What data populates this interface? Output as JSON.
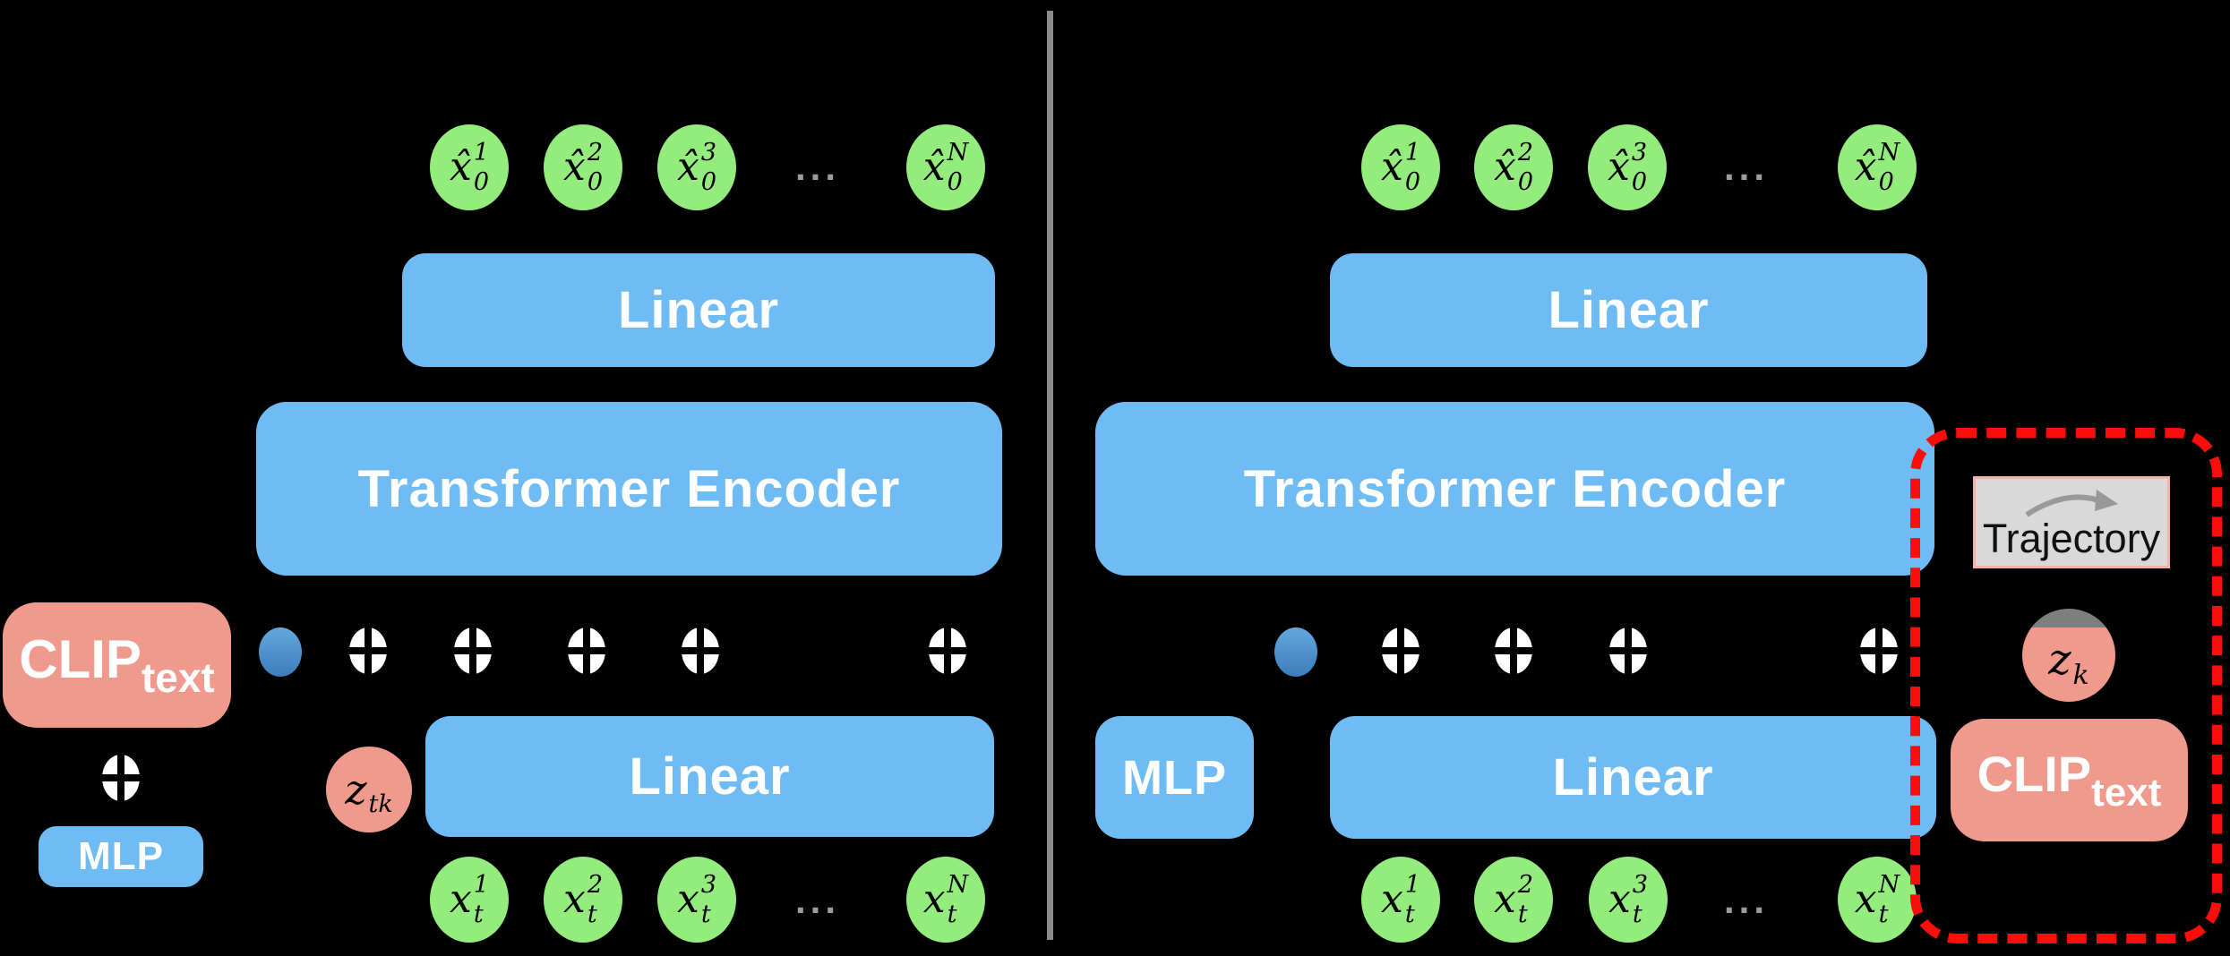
{
  "colors": {
    "background": "#000000",
    "box_blue": "#6FBCF5",
    "token_green": "#93EC7B",
    "pink": "#F09A8E",
    "text_white": "#FFFFFF",
    "text_black": "#111111",
    "red_dash": "#FB0D0A",
    "divider_gray": "#8A8A8A",
    "ellipsis_gray": "#9C9C9C",
    "trajectory_fill": "#D9D9D9",
    "trajectory_border": "#F5B0A8",
    "arrow_gray": "#999999",
    "z_cap_gray": "#7E7E7E",
    "dot_blue_light": "#63A7E0",
    "dot_blue_dark": "#3B7DB9"
  },
  "left": {
    "top_tokens": [
      {
        "base": "x̂",
        "sup": "1",
        "sub": "0"
      },
      {
        "base": "x̂",
        "sup": "2",
        "sub": "0"
      },
      {
        "base": "x̂",
        "sup": "3",
        "sub": "0"
      },
      {
        "base": "x̂",
        "sup": "N",
        "sub": "0"
      }
    ],
    "top_ellipsis": "...",
    "linear_top_label": "Linear",
    "transformer_label": "Transformer Encoder",
    "clip_label": {
      "main": "CLIP",
      "sub": "text"
    },
    "mlp_label": "MLP",
    "z_token": {
      "base": "z",
      "sub": "tk"
    },
    "linear_bottom_label": "Linear",
    "bottom_tokens": [
      {
        "base": "x",
        "sup": "1",
        "sub": "t"
      },
      {
        "base": "x",
        "sup": "2",
        "sub": "t"
      },
      {
        "base": "x",
        "sup": "3",
        "sub": "t"
      },
      {
        "base": "x",
        "sup": "N",
        "sub": "t"
      }
    ],
    "bottom_ellipsis": "..."
  },
  "right": {
    "top_tokens": [
      {
        "base": "x̂",
        "sup": "1",
        "sub": "0"
      },
      {
        "base": "x̂",
        "sup": "2",
        "sub": "0"
      },
      {
        "base": "x̂",
        "sup": "3",
        "sub": "0"
      },
      {
        "base": "x̂",
        "sup": "N",
        "sub": "0"
      }
    ],
    "top_ellipsis": "...",
    "linear_top_label": "Linear",
    "transformer_label": "Transformer Encoder",
    "mlp_label": "MLP",
    "linear_bottom_label": "Linear",
    "bottom_tokens": [
      {
        "base": "x",
        "sup": "1",
        "sub": "t"
      },
      {
        "base": "x",
        "sup": "2",
        "sub": "t"
      },
      {
        "base": "x",
        "sup": "3",
        "sub": "t"
      },
      {
        "base": "x",
        "sup": "N",
        "sub": "t"
      }
    ],
    "bottom_ellipsis": "...",
    "annotation": {
      "trajectory_label": "Trajectory",
      "z_token": {
        "base": "z",
        "sub": "k"
      },
      "clip_label": {
        "main": "CLIP",
        "sub": "text"
      }
    }
  }
}
